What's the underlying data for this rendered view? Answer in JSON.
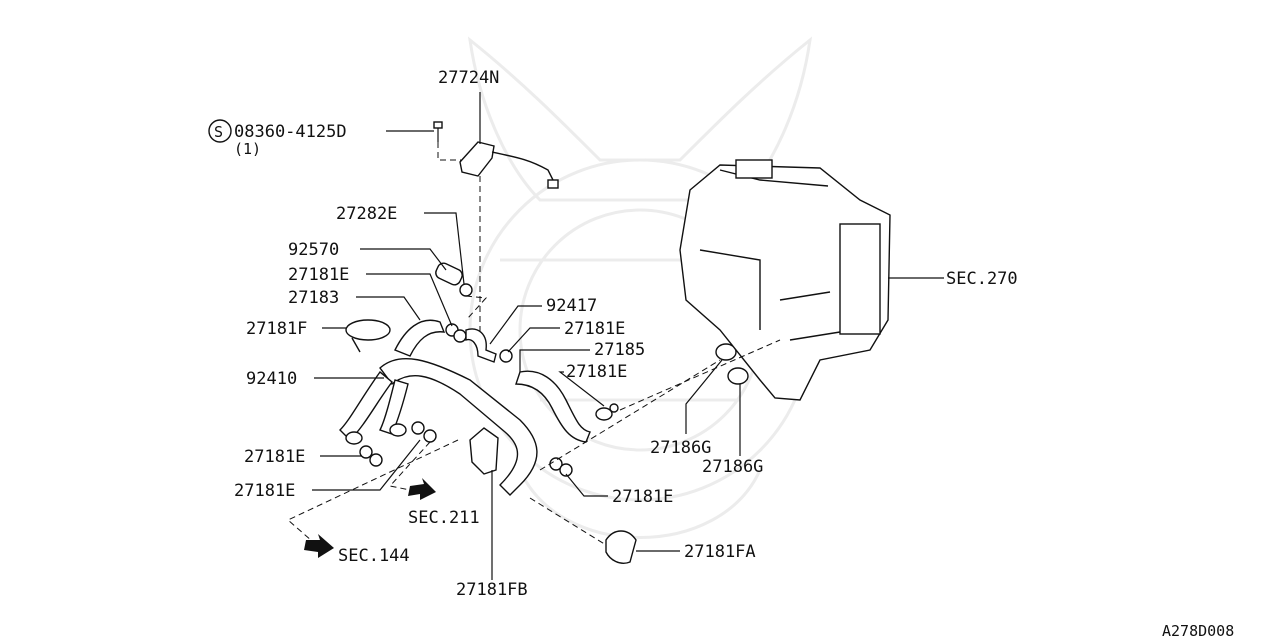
{
  "labels": {
    "l27724N": "27724N",
    "l08360": "08360-4125D",
    "l08360qty": "(1)",
    "l27282E": "27282E",
    "l92570": "92570",
    "l27181E_a": "27181E",
    "l27183": "27183",
    "l27181F": "27181F",
    "l92417": "92417",
    "l27181E_b": "27181E",
    "l27185": "27185",
    "l27181E_c": "27181E",
    "l92410": "92410",
    "l27181E_d": "27181E",
    "l27181E_e": "27181E",
    "lSEC211": "SEC.211",
    "lSEC144": "SEC.144",
    "l27181FB": "27181FB",
    "l27181E_f": "27181E",
    "l27181FA": "27181FA",
    "l27186G_a": "27186G",
    "l27186G_b": "27186G",
    "lSEC270": "SEC.270",
    "lCode": "A278D008",
    "lS": "S"
  }
}
